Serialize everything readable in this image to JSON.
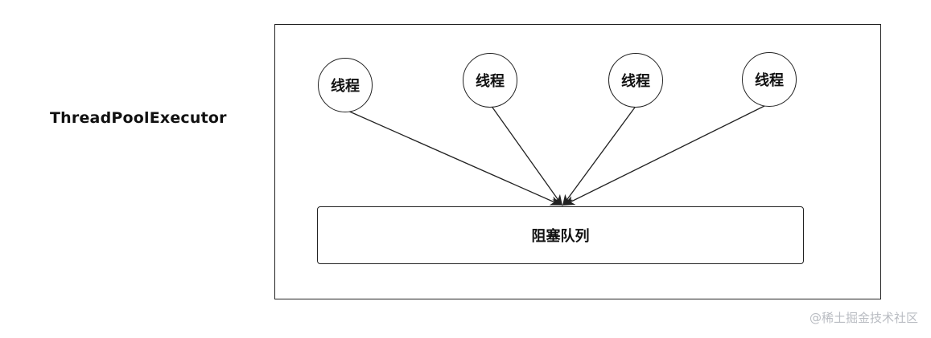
{
  "diagram": {
    "side_label": "ThreadPoolExecutor",
    "threads": [
      {
        "label": "线程"
      },
      {
        "label": "线程"
      },
      {
        "label": "线程"
      },
      {
        "label": "线程"
      }
    ],
    "queue_label": "阻塞队列"
  },
  "watermark": "@稀土掘金技术社区"
}
